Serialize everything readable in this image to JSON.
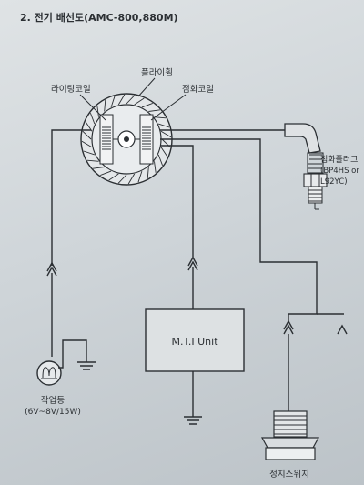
{
  "header": {
    "title": "2. 전기 배선도(AMC-800,880M)"
  },
  "labels": {
    "lighting_coil": "라이팅코일",
    "flywheel": "플라이휠",
    "ignition_coil": "점화코일",
    "spark_plug_line1": "점화플러그",
    "spark_plug_line2": "(BP4HS or",
    "spark_plug_line3": "L92YC)",
    "mti_unit": "M.T.I Unit",
    "work_lamp_line1": "작업등",
    "work_lamp_line2": "(6V~8V/15W)",
    "stop_switch": "정지스위치"
  }
}
